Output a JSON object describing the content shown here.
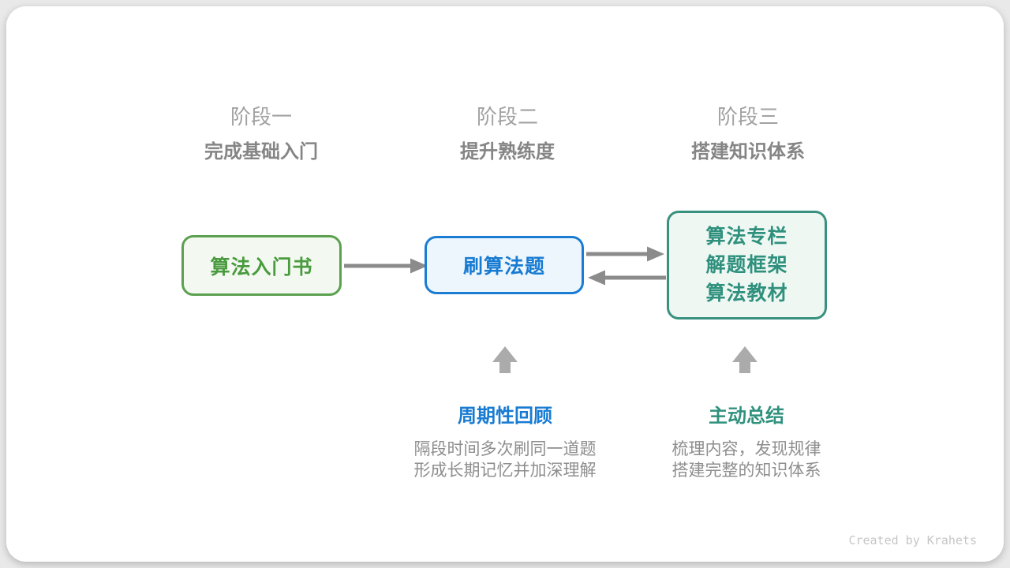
{
  "watermark": "Created by Krahets",
  "colors": {
    "page_bg": "#e9e9e9",
    "card_bg": "#ffffff",
    "stage_label": "#a2a2a2",
    "stage_title": "#858585",
    "desc_text": "#8e8e8e",
    "arrow": "#8b8b8b",
    "up_arrow": "#ababab",
    "green_border": "#5ba04f",
    "green_bg": "#f3f9f0",
    "green_text": "#4a9a3f",
    "blue_border": "#1a7cd3",
    "blue_bg": "#eef6fd",
    "blue_text": "#187bd2",
    "teal_border": "#38917f",
    "teal_bg": "#eff7f3",
    "teal_text": "#2f917d",
    "watermark": "#c6c6c6"
  },
  "stages": [
    {
      "label": "阶段一",
      "title": "完成基础入门"
    },
    {
      "label": "阶段二",
      "title": "提升熟练度"
    },
    {
      "label": "阶段三",
      "title": "搭建知识体系"
    }
  ],
  "boxes": {
    "intro_book": {
      "label": "算法入门书"
    },
    "practice": {
      "label": "刷算法题"
    },
    "resources": {
      "lines": [
        "算法专栏",
        "解题框架",
        "算法教材"
      ]
    }
  },
  "annotations": [
    {
      "title": "周期性回顾",
      "desc_lines": [
        "隔段时间多次刷同一道题",
        "形成长期记忆并加深理解"
      ]
    },
    {
      "title": "主动总结",
      "desc_lines": [
        "梳理内容，发现规律",
        "搭建完整的知识体系"
      ]
    }
  ]
}
